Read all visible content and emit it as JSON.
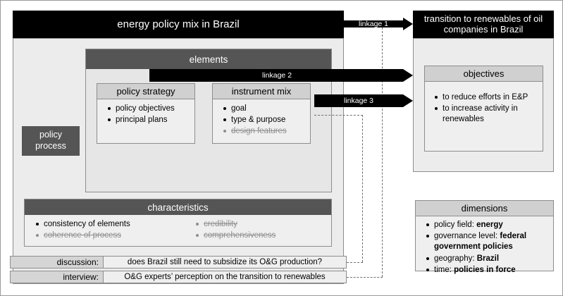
{
  "header": {
    "left_title": "energy policy mix in Brazil",
    "right_title": "transition to renewables of oil companies in Brazil"
  },
  "linkages": {
    "linkage1": "linkage 1",
    "linkage2": "linkage 2",
    "linkage3": "linkage 3"
  },
  "left_panel": {
    "policy_process": "policy\nprocess",
    "policy_process_line1": "policy",
    "policy_process_line2": "process",
    "elements": {
      "title": "elements",
      "policy_strategy": {
        "title": "policy strategy",
        "items": [
          {
            "text": "policy objectives",
            "muted": false
          },
          {
            "text": "principal plans",
            "muted": false
          }
        ]
      },
      "instrument_mix": {
        "title": "instrument mix",
        "items": [
          {
            "text": "goal",
            "muted": false
          },
          {
            "text": "type & purpose",
            "muted": false
          },
          {
            "text": "design features",
            "muted": true
          }
        ]
      }
    },
    "characteristics": {
      "title": "characteristics",
      "column_left": [
        {
          "text": "consistency of elements",
          "muted": false
        },
        {
          "text": "coherence of process",
          "muted": true
        }
      ],
      "column_right": [
        {
          "text": "credibility",
          "muted": true
        },
        {
          "text": "comprehensiveness",
          "muted": true
        }
      ]
    },
    "methods": [
      {
        "label": "discussion:",
        "value": "does Brazil still need to subsidize its O&G production?"
      },
      {
        "label": "interview:",
        "value": "O&G experts’ perception on the transition to renewables"
      }
    ]
  },
  "right_panel": {
    "objectives": {
      "title": "objectives",
      "items": [
        {
          "text": "to reduce efforts in E&P",
          "muted": false
        },
        {
          "text": "to increase activity in renewables",
          "muted": false
        }
      ]
    }
  },
  "dimensions": {
    "title": "dimensions",
    "items": [
      {
        "prefix": "policy field: ",
        "value": "energy"
      },
      {
        "prefix": "governance level: ",
        "value": "federal government policies"
      },
      {
        "prefix": "geography: ",
        "value": "Brazil"
      },
      {
        "prefix": "time: ",
        "value": "policies in force"
      }
    ]
  },
  "colors": {
    "black": "#000000",
    "dark_header": "#555555",
    "light_header": "#d0d0d0",
    "panel_bg": "#ececec",
    "inner_bg": "#efefef",
    "muted_text": "#8e8e8e",
    "border": "#8d8d8d"
  }
}
